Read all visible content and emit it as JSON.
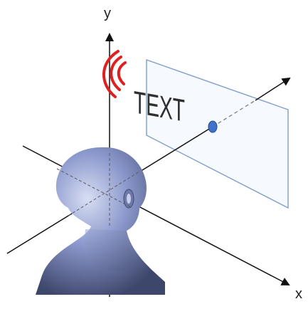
{
  "diagram": {
    "axis_y_label": "y",
    "axis_x_label": "x",
    "floating_text": "TEXT"
  },
  "colors": {
    "axis": "#111111",
    "sound_waves": "#e02020",
    "plane_border": "#7f9fc9",
    "plane_fill": "#f6f9fd",
    "marker": "#3f72c9",
    "head": "#7f8dc3",
    "text": "#2f2f2f"
  },
  "icons": {
    "head": "human-head-icon",
    "sound": "sound-wave-icon"
  }
}
